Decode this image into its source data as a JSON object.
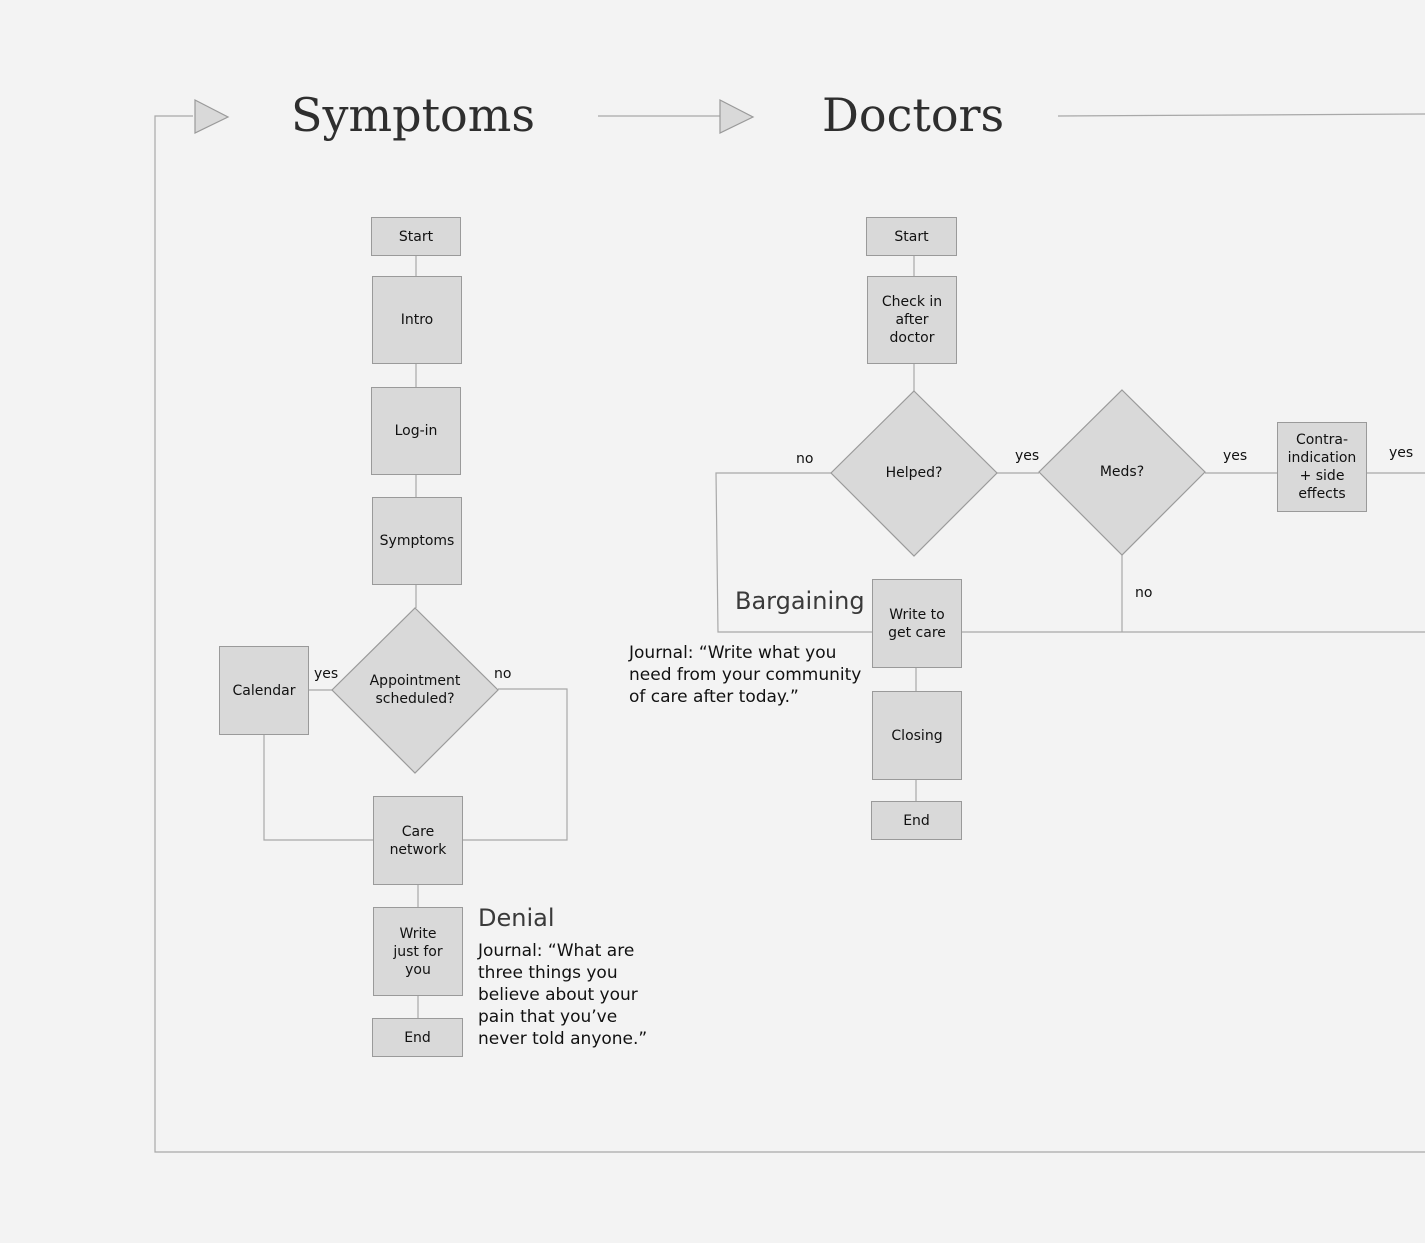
{
  "headings": {
    "symptoms": "Symptoms",
    "doctors": "Doctors"
  },
  "symptoms_flow": {
    "start": "Start",
    "intro": "Intro",
    "login": "Log-in",
    "symptoms": "Symptoms",
    "appointment": "Appointment scheduled?",
    "calendar": "Calendar",
    "care_network": "Care network",
    "write": "Write just for you",
    "end": "End",
    "yes": "yes",
    "no": "no",
    "stage": "Denial",
    "journal": "Journal: “What are three things you believe about your pain that you’ve never told anyone.”"
  },
  "doctors_flow": {
    "start": "Start",
    "checkin": "Check in after doctor",
    "helped": "Helped?",
    "meds": "Meds?",
    "contra": "Contra-indication + side effects",
    "write": "Write to get care",
    "closing": "Closing",
    "end": "End",
    "no_helped": "no",
    "yes_helped": "yes",
    "yes_meds": "yes",
    "yes_contra": "yes",
    "no_meds": "no",
    "stage": "Bargaining",
    "journal": "Journal: “Write what you need from your community of care after today.”"
  }
}
